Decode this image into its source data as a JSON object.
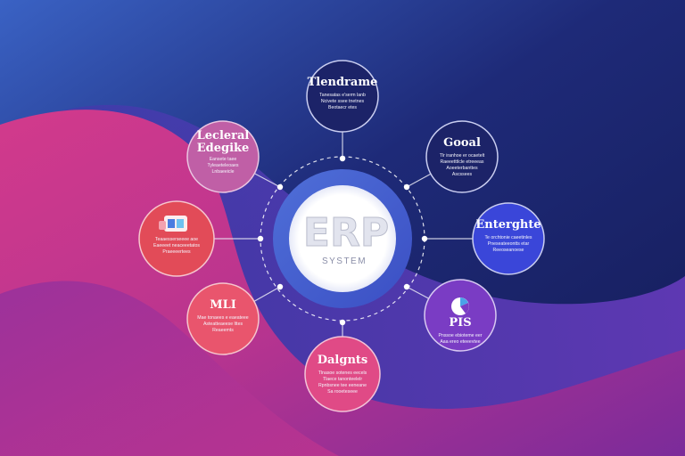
{
  "center": {
    "title": "ERP",
    "subtitle": "SYSTEM"
  },
  "nodes": [
    {
      "id": "timeframe",
      "title": "Tlendrame",
      "fill": "#1c2368",
      "stroke": "#c9cdf0",
      "lines": [
        "Tanesatas e'serm lanb",
        "Ncivete ssee tnetnes",
        "Beotaecr etes"
      ]
    },
    {
      "id": "goal",
      "title": "Gooal",
      "fill": "#1c2368",
      "stroke": "#c9cdf0",
      "lines": [
        "Tlr iranhoe er ocaetelt",
        "Raeeetttlcle etreeeas",
        "Aoeeterbanttes",
        "Ascssees"
      ]
    },
    {
      "id": "enterprise",
      "title": "Enterghte",
      "fill": "#3a46d9",
      "stroke": "#c9cdf0",
      "lines": [
        "Te orchtonie caeetinles",
        "Pneseateeontts etar",
        "Reeoseanoese"
      ]
    },
    {
      "id": "pis",
      "title": "PIS",
      "fill": "#7a3cc4",
      "stroke": "#d8c9f2",
      "lines": [
        "Pnssoe ebioteme eer",
        "Aaa ereo eteeevtee"
      ]
    },
    {
      "id": "delights",
      "title": "Dalgnts",
      "fill": "#e04a86",
      "stroke": "#f3c3d8",
      "lines": [
        "Tlnasoe sotenes eecels",
        "Tlaece tanonteelelr",
        "Rpnbsnee tee eeneane",
        "Sa rooeteseee"
      ]
    },
    {
      "id": "ml",
      "title": "MLI",
      "fill": "#e9556d",
      "stroke": "#f6c5cd",
      "lines": [
        "Mae tonaees e eaeateee",
        "Asteatteaeese lttes",
        "Reaeemts"
      ]
    },
    {
      "id": "data",
      "title": "",
      "fill": "#e24b58",
      "stroke": "#f6c5cd",
      "lines": [
        "Teaaesserseeee aoe",
        "Eaeeeet neaceeetatos",
        "Praeeeertees"
      ]
    },
    {
      "id": "logical",
      "title": "Lecleral Edegike",
      "fill": "#c05fa6",
      "stroke": "#eac5e1",
      "lines": [
        "Eansete taee",
        "Tyleaeteleoaes",
        "Lnbaeeicle"
      ]
    }
  ]
}
